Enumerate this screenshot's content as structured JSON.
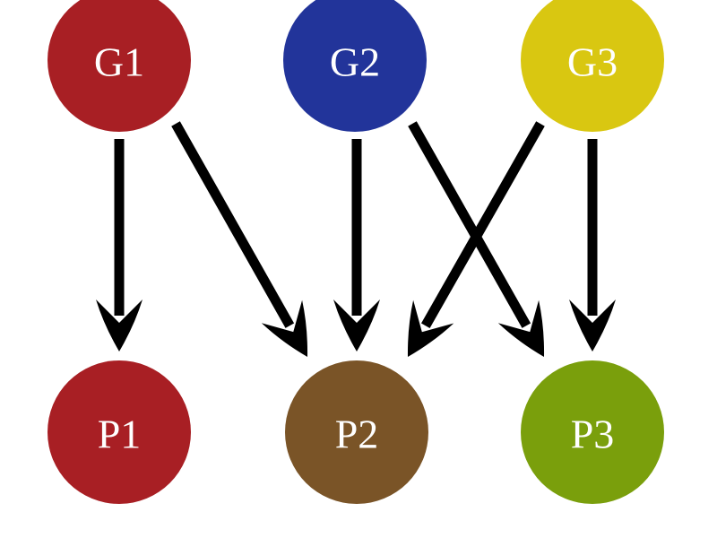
{
  "diagram": {
    "nodes": [
      {
        "id": "G1",
        "label": "G1",
        "color": "#a81f24"
      },
      {
        "id": "G2",
        "label": "G2",
        "color": "#22349a"
      },
      {
        "id": "G3",
        "label": "G3",
        "color": "#d9c711"
      },
      {
        "id": "P1",
        "label": "P1",
        "color": "#a81f24"
      },
      {
        "id": "P2",
        "label": "P2",
        "color": "#7a5427"
      },
      {
        "id": "P3",
        "label": "P3",
        "color": "#7a9f0c"
      }
    ],
    "edges": [
      {
        "from": "G1",
        "to": "P1"
      },
      {
        "from": "G1",
        "to": "P2"
      },
      {
        "from": "G2",
        "to": "P2"
      },
      {
        "from": "G2",
        "to": "P3"
      },
      {
        "from": "G3",
        "to": "P2"
      },
      {
        "from": "G3",
        "to": "P3"
      }
    ],
    "arrow_color": "#000000"
  }
}
